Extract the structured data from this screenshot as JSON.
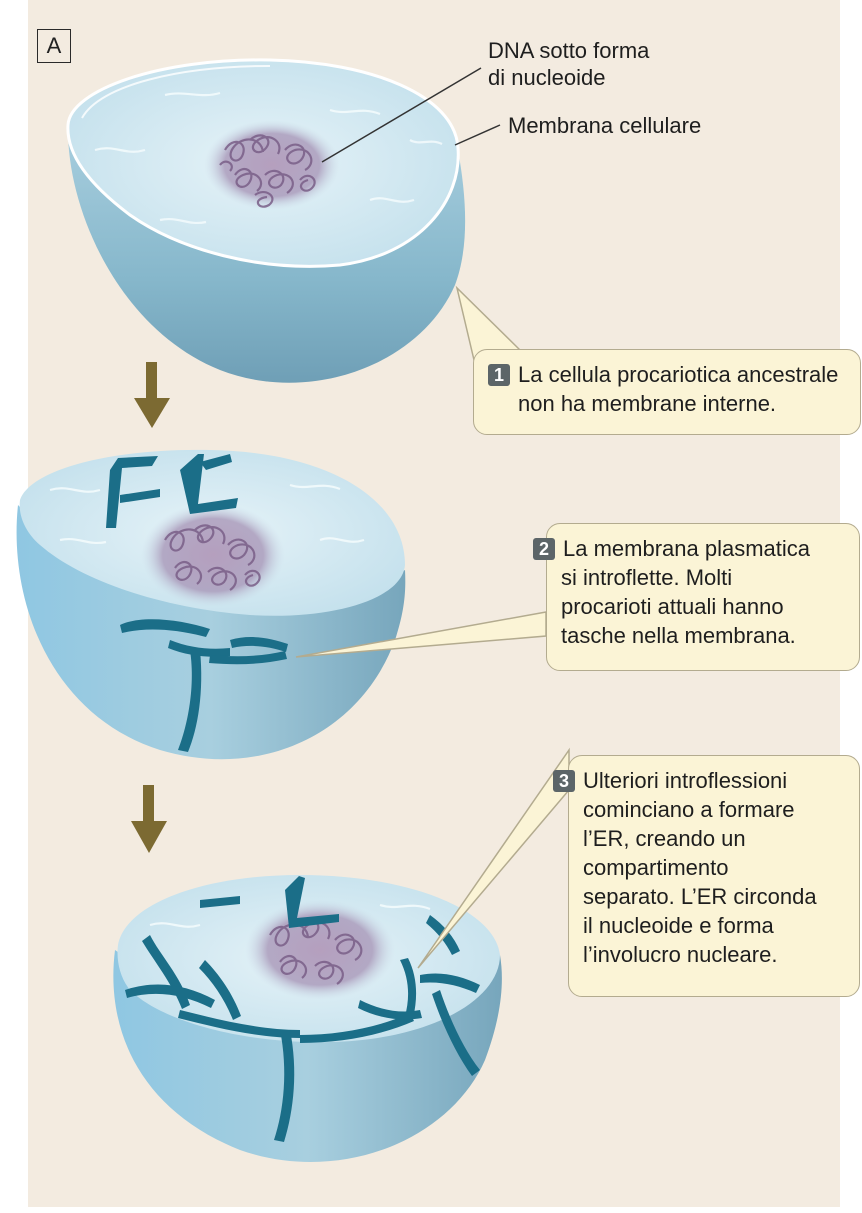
{
  "panel_label": "A",
  "labels": {
    "dna_line1": "DNA sotto forma",
    "dna_line2": "di nucleoide",
    "membrane": "Membrana cellulare"
  },
  "steps": [
    {
      "number": "1",
      "lines": [
        "La cellula procariotica ancestrale",
        "non ha membrane interne."
      ]
    },
    {
      "number": "2",
      "lines": [
        "La membrana plasmatica",
        "si introflette. Molti",
        "procarioti attuali hanno",
        "tasche nella membrana."
      ]
    },
    {
      "number": "3",
      "lines": [
        "Ulteriori introflessioni",
        "cominciano a formare",
        "l’ER, creando un",
        "compartimento",
        "separato. L’ER circonda",
        "il nucleoide e forma",
        "l’involucro nucleare."
      ]
    }
  ],
  "colors": {
    "background": "#f3ebe0",
    "cell_interior": "#d3eaf3",
    "cell_outer": "#7fb0c6",
    "nucleoid": "#8d7599",
    "membrane_fold": "#1b6e88",
    "arrow": "#7c6a32",
    "callout_fill": "#fbf4d6",
    "step_badge": "#5c6568"
  }
}
